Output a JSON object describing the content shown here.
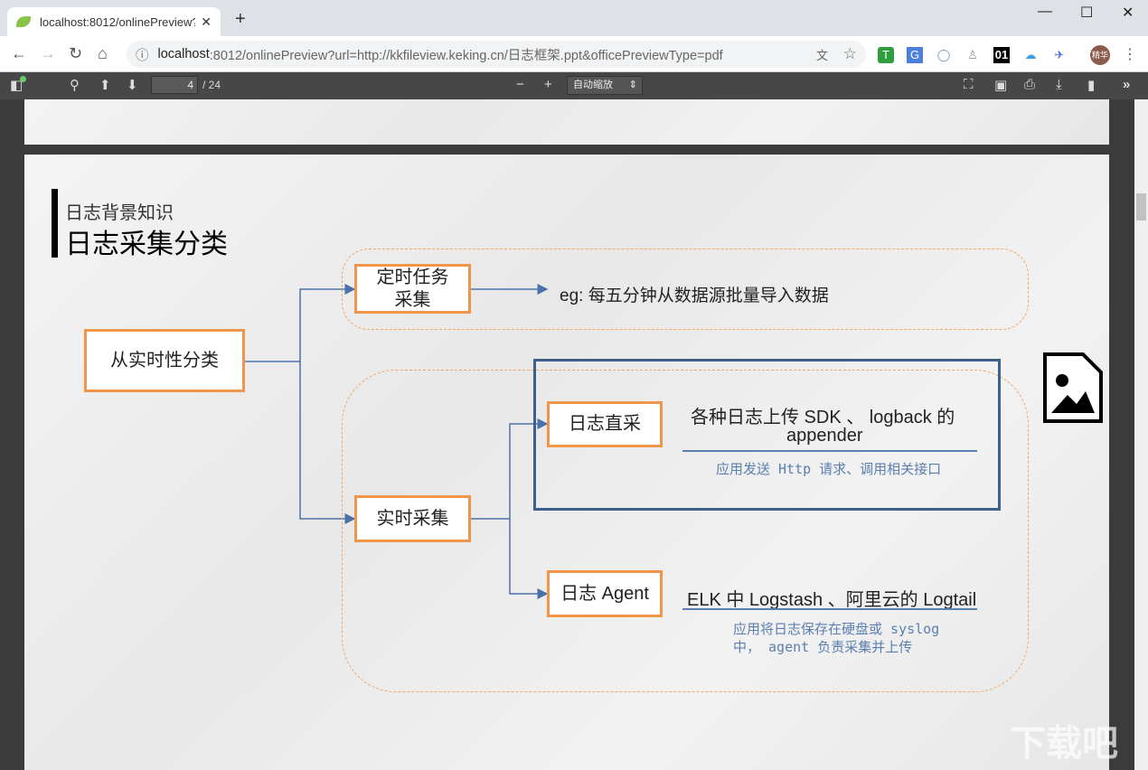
{
  "browser": {
    "tab_title": "localhost:8012/onlinePreview?",
    "url_host": "localhost",
    "url_rest": ":8012/onlinePreview?url=http://kkfileview.keking.cn/日志框架.ppt&officePreviewType=pdf",
    "profile_label": "精华",
    "ext_01": "01"
  },
  "pdf_toolbar": {
    "page_number": "4",
    "page_count": "/ 24",
    "zoom": "自动缩放"
  },
  "slide": {
    "subtitle": "日志背景知识",
    "title": "日志采集分类",
    "root": "从实时性分类",
    "scheduled": "定时任务\n采集",
    "scheduled_desc": "eg: 每五分钟从数据源批量导入数据",
    "realtime": "实时采集",
    "direct": "日志直采",
    "direct_desc_1": "各种日志上传 SDK 、 logback 的",
    "direct_desc_2": "appender",
    "direct_sub": "应用发送 Http 请求、调用相关接口",
    "agent": "日志 Agent",
    "agent_desc": "ELK 中 Logstash 、阿里云的 Logtail",
    "agent_sub_1": "应用将日志保存在硬盘或 syslog",
    "agent_sub_2": "中， agent 负责采集并上传"
  },
  "colors": {
    "orange": "#f0954a",
    "blue": "#3e5f8a",
    "toolbar": "#474747"
  },
  "watermark": "下载吧"
}
